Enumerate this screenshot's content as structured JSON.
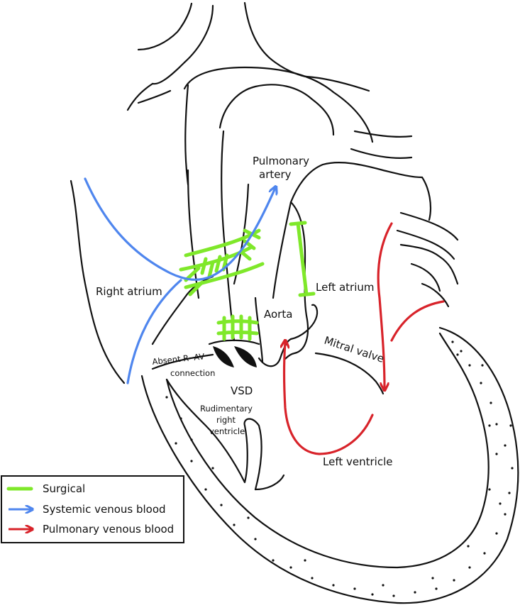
{
  "labels": {
    "pulmonary_artery_1": "Pulmonary",
    "pulmonary_artery_2": "artery",
    "right_atrium": "Right atrium",
    "left_atrium": "Left atrium",
    "aorta": "Aorta",
    "mitral_valve": "Mitral valve",
    "absent_av_1": "Absent R· AV",
    "absent_av_2": "connection",
    "vsd": "VSD",
    "rudimentary_1": "Rudimentary",
    "rudimentary_2": "right",
    "rudimentary_3": "ventricle",
    "left_ventricle": "Left ventricle"
  },
  "legend": {
    "items": [
      {
        "label": "Surgical",
        "color": "#7fe82a",
        "symbol": "line"
      },
      {
        "label": "Systemic venous blood",
        "color": "#4f86ee",
        "symbol": "arrow"
      },
      {
        "label": "Pulmonary venous blood",
        "color": "#d8232a",
        "symbol": "arrow"
      }
    ]
  },
  "colors": {
    "outline": "#111111",
    "surgical": "#7fe82a",
    "systemic": "#4f86ee",
    "pulmonary": "#d8232a"
  }
}
